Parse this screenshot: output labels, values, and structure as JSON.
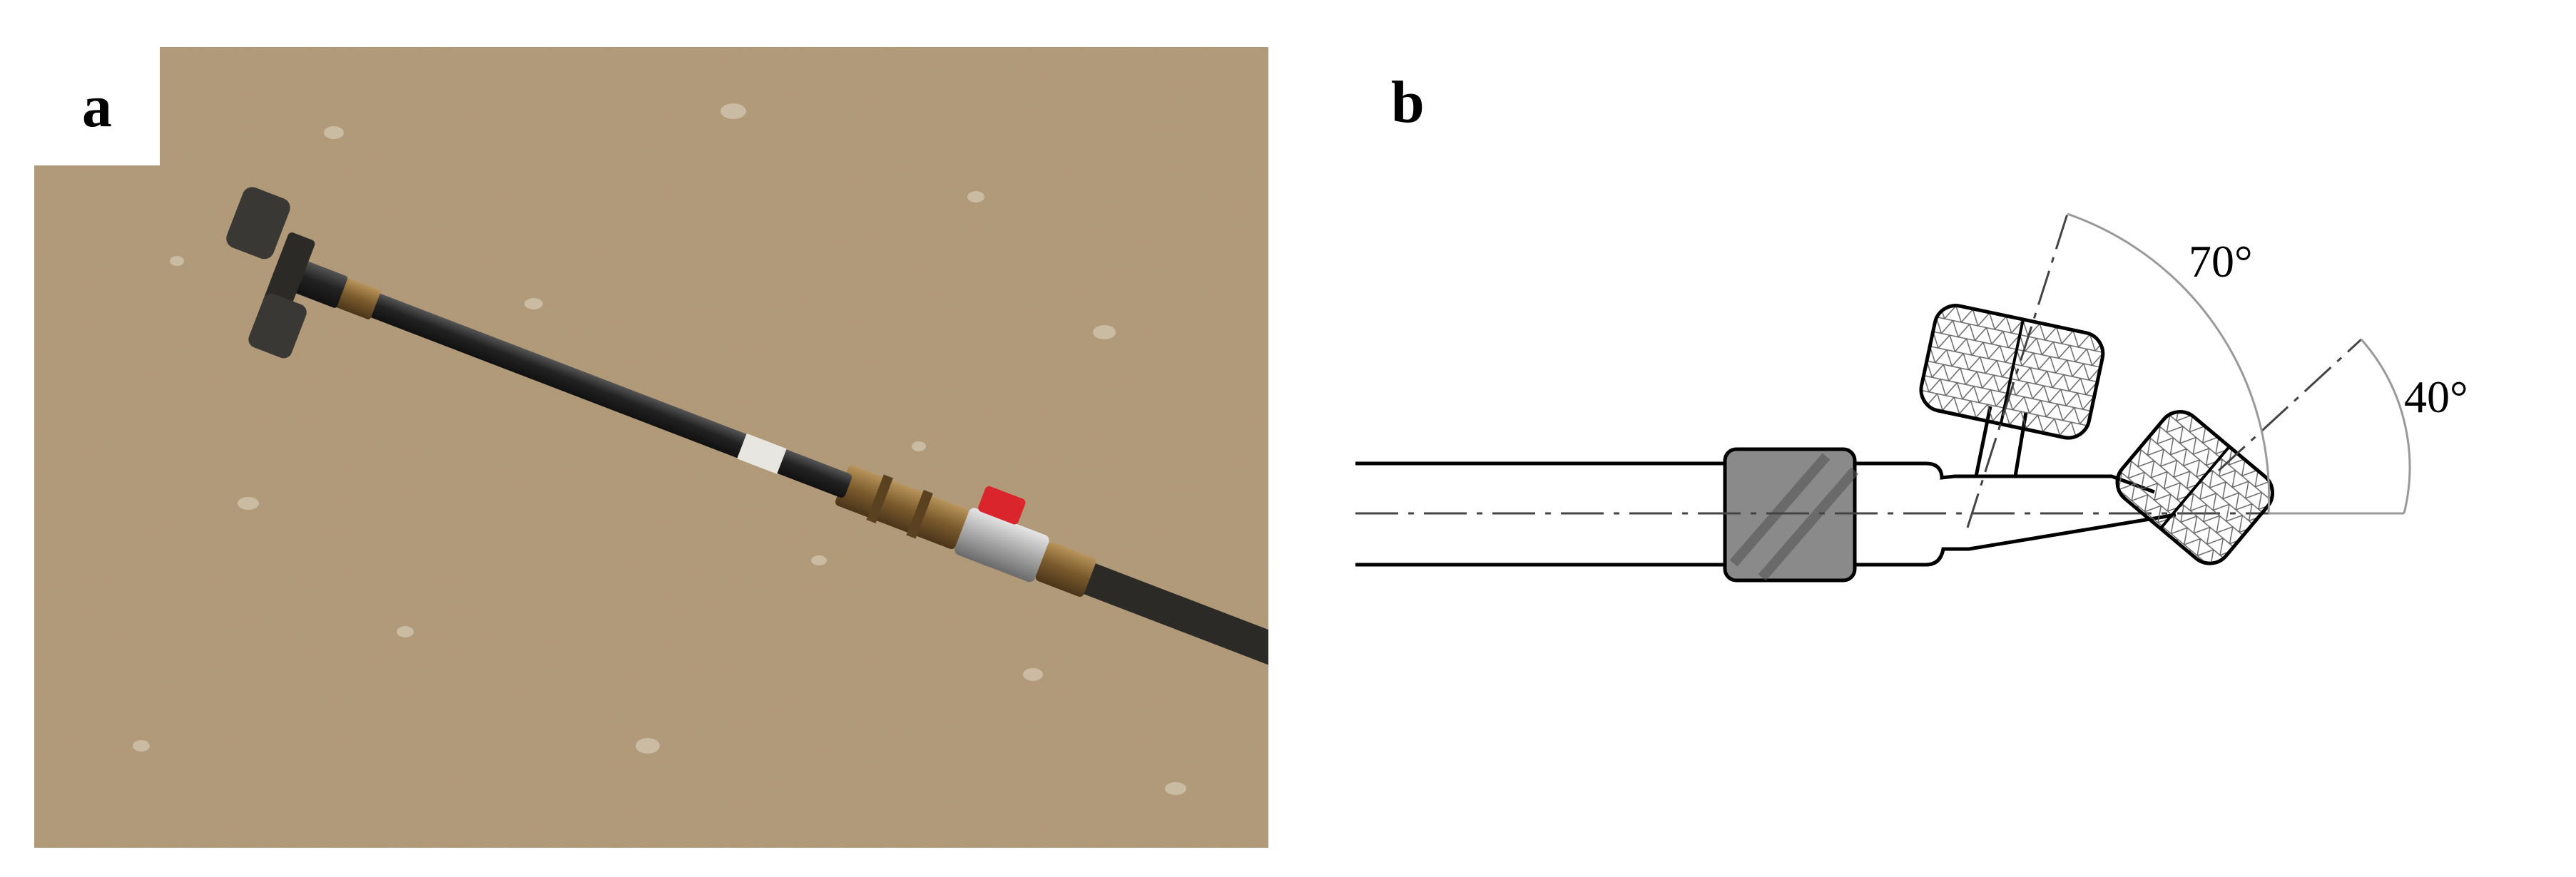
{
  "figure": {
    "panel_a": {
      "label": "a"
    },
    "panel_b": {
      "label": "b",
      "angles": {
        "upper": "70°",
        "lower": "40°"
      }
    }
  },
  "colors": {
    "ground": "#b49a76",
    "hose": "#2a2a2a",
    "brass": "#8d6a3a",
    "valve_handle": "#e0262a",
    "outline": "#000000",
    "coupling_fill": "#8a8a8a"
  }
}
